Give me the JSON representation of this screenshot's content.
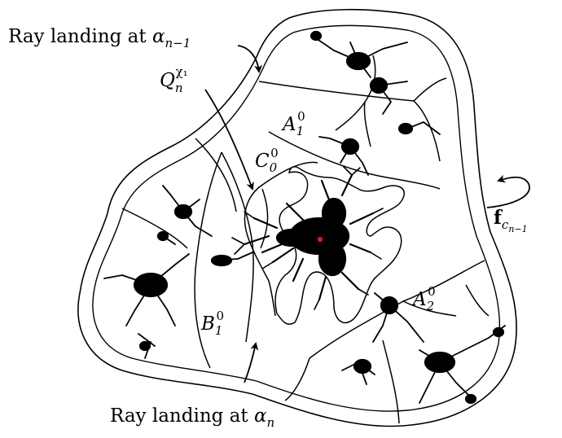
{
  "labels": {
    "ray_alpha_n_minus_1": {
      "prefix": "Ray landing at ",
      "sym": "α",
      "sub": "n−1"
    },
    "ray_alpha_n": {
      "prefix": "Ray landing at ",
      "sym": "α",
      "sub": "n"
    },
    "Q": {
      "sym": "Q",
      "sub": "n",
      "sup": "χ₁"
    },
    "A1": {
      "sym": "A",
      "sub": "1",
      "sup": "0"
    },
    "A2": {
      "sym": "A",
      "sub": "2",
      "sup": "0"
    },
    "B1": {
      "sym": "B",
      "sub": "1",
      "sup": "0"
    },
    "C0": {
      "sym": "C",
      "sub": "0",
      "sup": "0"
    },
    "f": {
      "sym": "f",
      "sub": "c",
      "subsub": "n−1"
    }
  },
  "colors": {
    "ink": "#000000",
    "fixed_point": "#e0161d",
    "background": "#ffffff"
  }
}
